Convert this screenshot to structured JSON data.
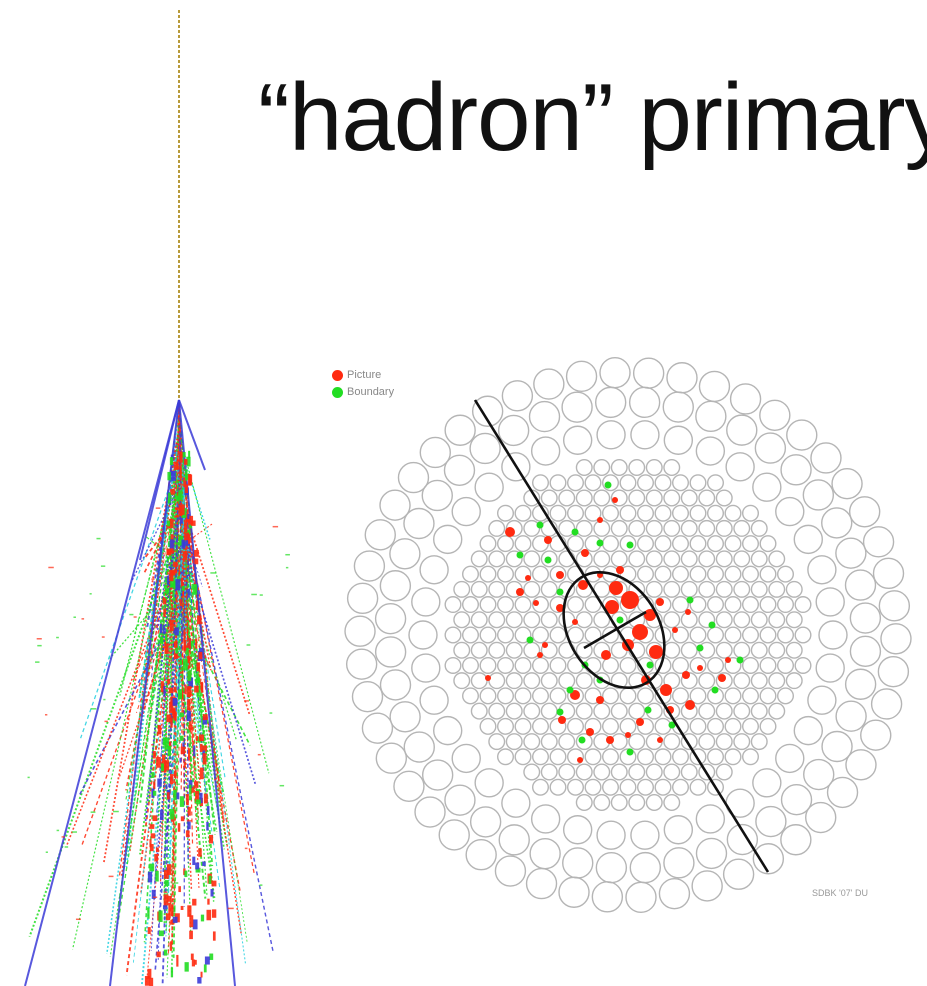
{
  "title": "“hadron” primary",
  "legend": [
    {
      "label": "Picture",
      "color": "#ff2a10"
    },
    {
      "label": "Boundary",
      "color": "#22dd22"
    }
  ],
  "footer_note": "SDBK '07' DU",
  "colors": {
    "track_red": "#ff2a10",
    "track_green": "#22dd22",
    "track_blue": "#3b3bd8",
    "track_cyan": "#22d0e0",
    "pmt_outline": "#b5b5b5",
    "axis_line": "#111111"
  }
}
